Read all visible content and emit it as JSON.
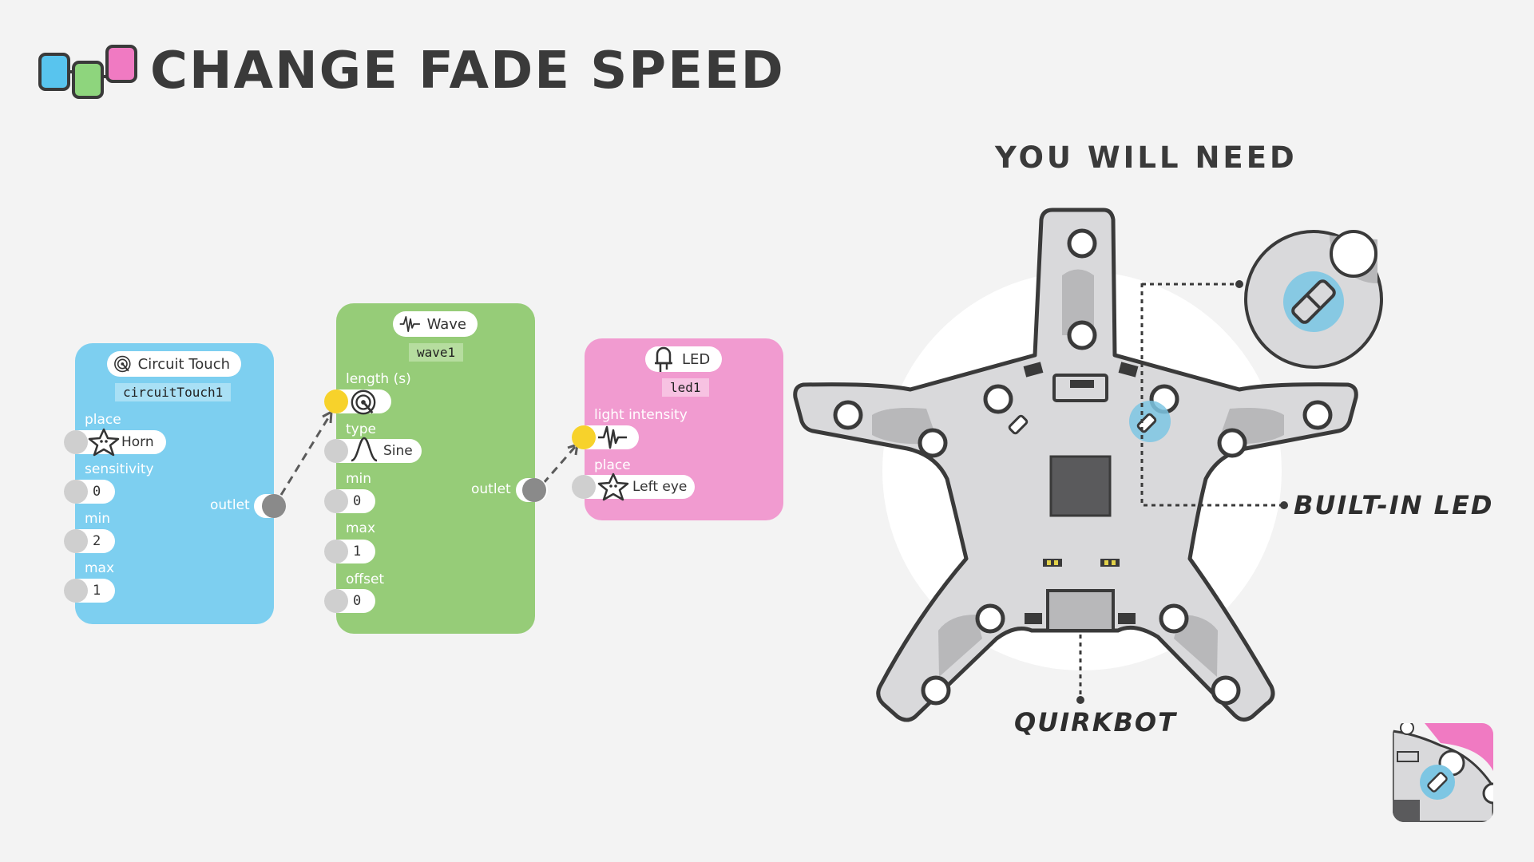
{
  "title": "CHANGE FADE SPEED",
  "you_will_need": "YOU WILL NEED",
  "blocks": {
    "touch": {
      "name": "Circuit Touch",
      "id": "circuitTouch1",
      "params": {
        "place_label": "place",
        "place_value": "Horn",
        "sensitivity_label": "sensitivity",
        "sensitivity_value": "0",
        "min_label": "min",
        "min_value": "2",
        "max_label": "max",
        "max_value": "1"
      },
      "outlet": "outlet",
      "color": "#7dcff0"
    },
    "wave": {
      "name": "Wave",
      "id": "wave1",
      "params": {
        "length_label": "length (s)",
        "type_label": "type",
        "type_value": "Sine",
        "min_label": "min",
        "min_value": "0",
        "max_label": "max",
        "max_value": "1",
        "offset_label": "offset",
        "offset_value": "0"
      },
      "outlet": "outlet",
      "color": "#96cc78"
    },
    "led": {
      "name": "LED",
      "id": "led1",
      "params": {
        "intensity_label": "light intensity",
        "place_label": "place",
        "place_value": "Left eye"
      },
      "color": "#f19bd0"
    }
  },
  "callouts": {
    "builtin_led": "BUILT-IN LED",
    "quirkbot": "QUIRKBOT"
  },
  "icons": [
    "blocks-logo-icon",
    "circuit-touch-icon",
    "wave-icon",
    "led-icon",
    "star-creature-icon",
    "sine-icon",
    "quirkbot-board"
  ],
  "colors": {
    "connected_port": "#f7d22b",
    "highlight": "#7dc6e3"
  }
}
